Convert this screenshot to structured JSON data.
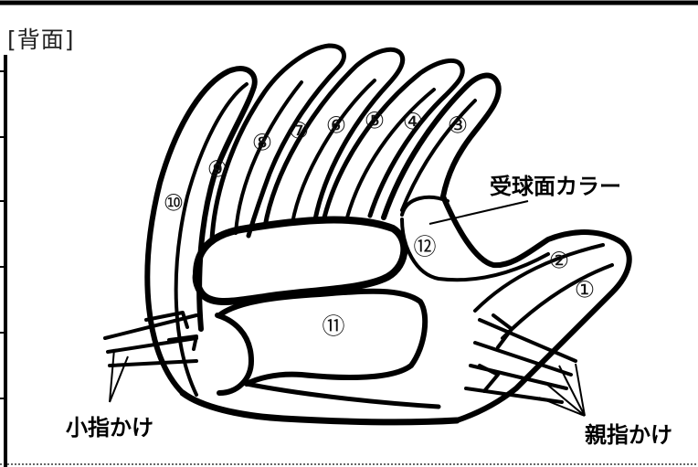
{
  "header": {
    "title": "[背面]"
  },
  "labels": {
    "receiving_face_color": "受球面カラー",
    "pinky_hook": "小指かけ",
    "thumb_hook": "親指かけ"
  },
  "parts": [
    {
      "id": "part-1",
      "text": "①"
    },
    {
      "id": "part-2",
      "text": "②"
    },
    {
      "id": "part-3",
      "text": "③"
    },
    {
      "id": "part-4",
      "text": "④"
    },
    {
      "id": "part-5",
      "text": "⑤"
    },
    {
      "id": "part-6",
      "text": "⑥"
    },
    {
      "id": "part-7",
      "text": "⑦"
    },
    {
      "id": "part-8",
      "text": "⑧"
    },
    {
      "id": "part-9",
      "text": "⑨"
    },
    {
      "id": "part-10",
      "text": "⑩"
    },
    {
      "id": "part-11",
      "text": "⑪"
    },
    {
      "id": "part-12",
      "text": "⑫"
    }
  ]
}
